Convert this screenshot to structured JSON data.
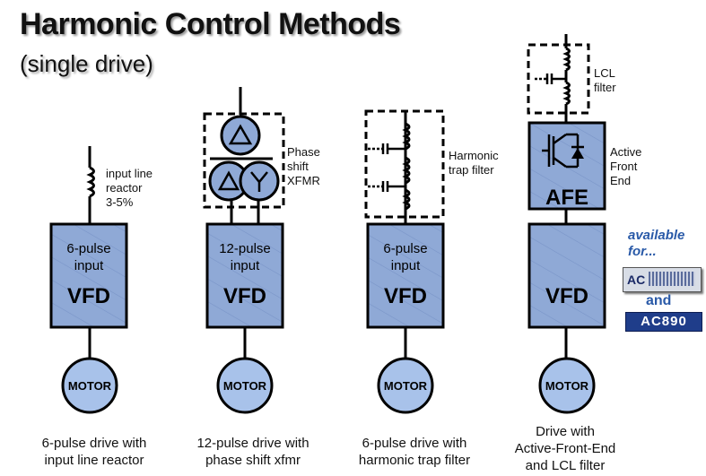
{
  "title": "Harmonic Control Methods",
  "subtitle": "(single drive)",
  "colors": {
    "box_fill": "#8fa9d6",
    "box_hatch": "#6f8dc4",
    "motor_fill": "#a8c2ea",
    "accent": "#2a5aa8"
  },
  "columns": [
    {
      "box_line1": "6-pulse",
      "box_line2": "input",
      "box_vfd": "VFD",
      "motor": "MOTOR",
      "caption": [
        "6-pulse drive with",
        "input line reactor"
      ],
      "side_label": [
        "input line",
        "reactor",
        "3-5%"
      ]
    },
    {
      "box_line1": "12-pulse",
      "box_line2": "input",
      "box_vfd": "VFD",
      "motor": "MOTOR",
      "caption": [
        "12-pulse drive with",
        "phase shift xfmr"
      ],
      "side_label": [
        "Phase",
        "shift",
        "XFMR"
      ]
    },
    {
      "box_line1": "6-pulse",
      "box_line2": "input",
      "box_vfd": "VFD",
      "motor": "MOTOR",
      "caption": [
        "6-pulse drive with",
        "harmonic trap filter"
      ],
      "side_label": [
        "Harmonic",
        "trap filter"
      ]
    },
    {
      "box_line1": "",
      "box_line2": "",
      "box_vfd": "VFD",
      "motor": "MOTOR",
      "caption": [
        "Drive with",
        "Active-Front-End",
        "and LCL filter"
      ],
      "side_label": [
        "Active",
        "Front",
        "End"
      ]
    }
  ],
  "lcl_label": [
    "LCL",
    "filter"
  ],
  "afe_label": "AFE",
  "available": [
    "available",
    "for..."
  ],
  "and_text": "and",
  "logos": {
    "logo1_text": "AC",
    "logo2_text": "AC890"
  }
}
